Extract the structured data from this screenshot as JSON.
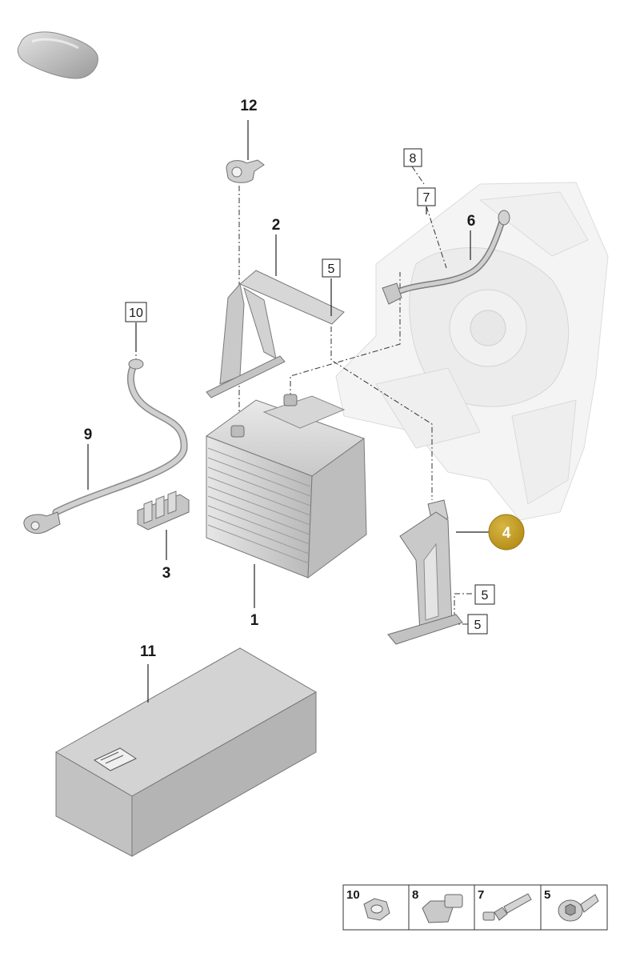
{
  "callouts": {
    "p1": "1",
    "p2": "2",
    "p3": "3",
    "p4": "4",
    "p5a": "5",
    "p5b": "5",
    "p5c": "5",
    "p6": "6",
    "p7": "7",
    "p8": "8",
    "p9": "9",
    "p10": "10",
    "p11": "11",
    "p12": "12"
  },
  "legend": [
    {
      "number": "10",
      "icon": "hex-nut-icon"
    },
    {
      "number": "8",
      "icon": "hex-bolt-icon"
    },
    {
      "number": "7",
      "icon": "stud-bolt-icon"
    },
    {
      "number": "5",
      "icon": "torx-screw-icon"
    }
  ],
  "colors": {
    "highlight_badge": "#c9a227",
    "part_fill": "#cfcfcf",
    "ghost_fill": "#f4f4f4"
  },
  "icons": [
    "vehicle-silhouette-icon"
  ]
}
